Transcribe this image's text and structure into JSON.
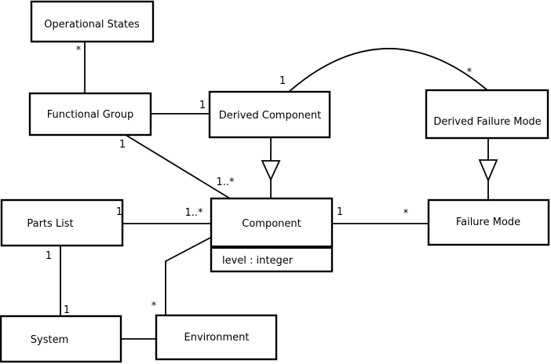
{
  "diagram": {
    "type": "uml-class-diagram",
    "background_color": "#ffffff",
    "line_color": "#000000",
    "box_fill_color": "#ffffff",
    "text_color": "#000000"
  },
  "classes": {
    "operational_states": {
      "label": "Operational States"
    },
    "functional_group": {
      "label": "Functional Group"
    },
    "derived_component": {
      "label": "Derived Component"
    },
    "derived_failure_mode": {
      "label": "Derived Failure Mode"
    },
    "parts_list": {
      "label": "Parts List"
    },
    "component": {
      "label": "Component",
      "attributes": [
        "level : integer"
      ]
    },
    "failure_mode": {
      "label": "Failure Mode"
    },
    "system": {
      "label": "System"
    },
    "environment": {
      "label": "Environment"
    }
  },
  "multiplicities": {
    "os_fg_operational_states_end": "*",
    "fg_dc_derived_component_end": "1",
    "fg_comp_functional_group_end": "1",
    "fg_comp_component_end": "1..*",
    "dc_dfm_derived_component_end": "1",
    "dc_dfm_derived_failure_mode_end": "*",
    "pl_comp_parts_list_end": "1",
    "pl_comp_component_end": "1..*",
    "comp_fm_component_end": "1",
    "comp_fm_failure_mode_end": "*",
    "pl_sys_parts_list_end": "1",
    "pl_sys_system_end": "1",
    "env_comp_environment_end": "*"
  }
}
